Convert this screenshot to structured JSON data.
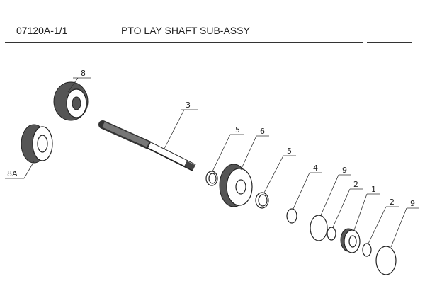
{
  "header": {
    "code": "07120A-1/1",
    "title": "PTO LAY SHAFT SUB-ASSY"
  },
  "callouts": [
    "8",
    "8A",
    "3",
    "5",
    "6",
    "5",
    "4",
    "9",
    "2",
    "1",
    "2",
    "9"
  ]
}
